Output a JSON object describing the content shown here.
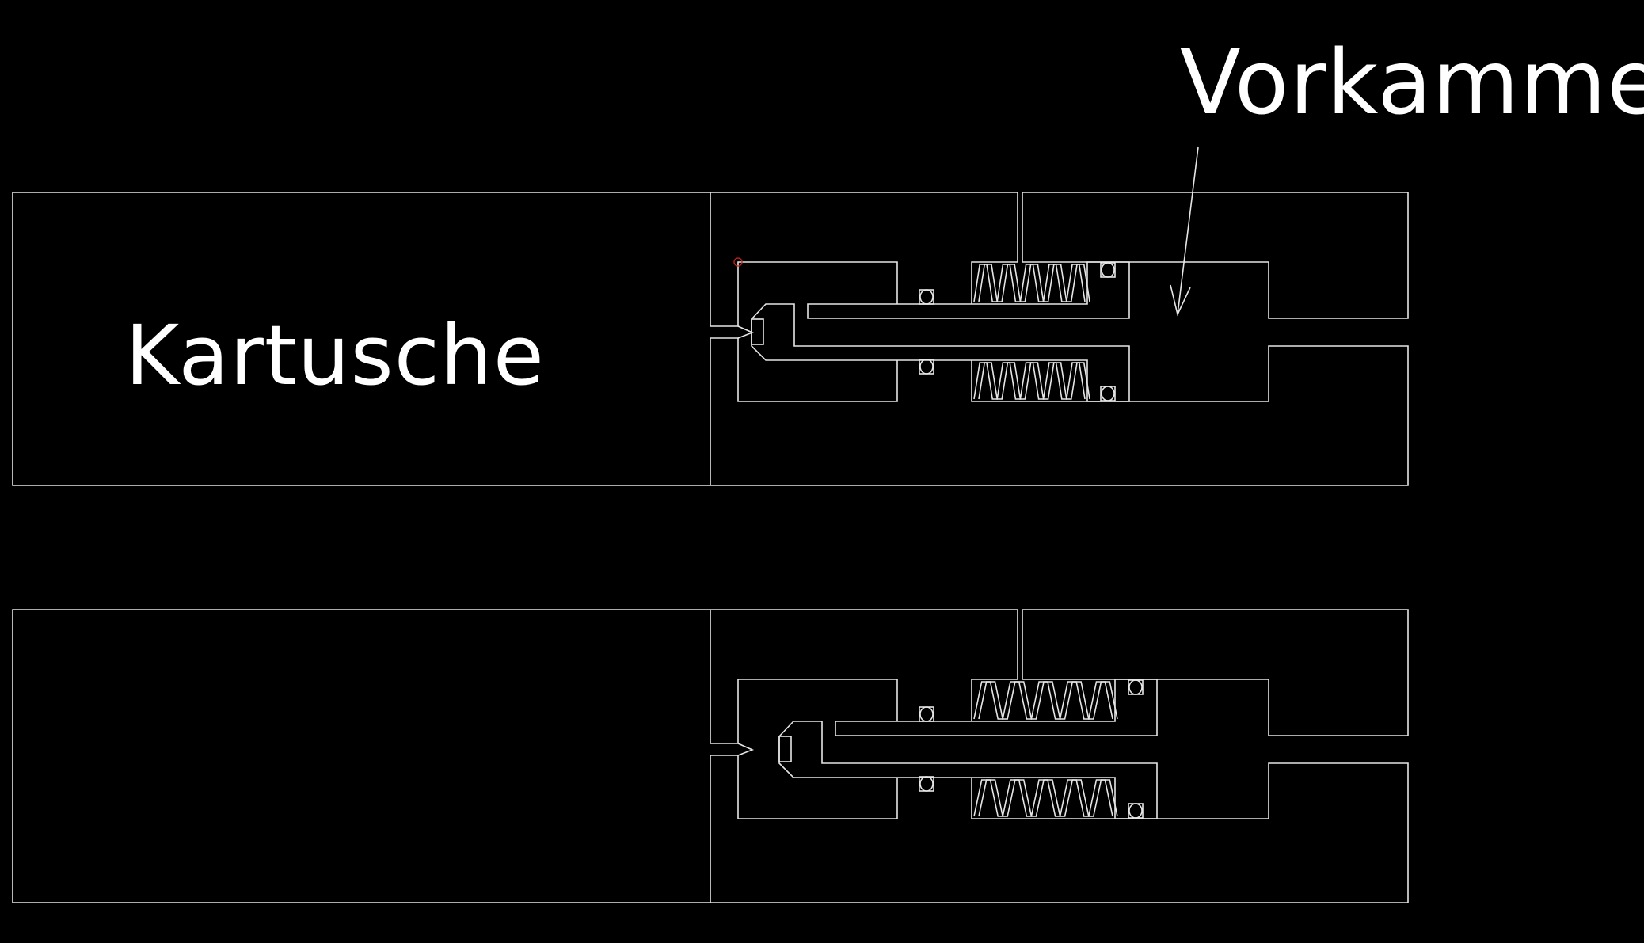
{
  "labels": {
    "cartridge": "Kartusche",
    "prechamber": "Vorkammer"
  },
  "assemblies": [
    {
      "name": "top",
      "state": "closed",
      "piston_shift": 0
    },
    {
      "name": "bottom",
      "state": "open",
      "piston_shift": 35
    }
  ],
  "colors": {
    "background": "#000000",
    "line": "#e6e6e6",
    "marker": "#cc2222"
  }
}
